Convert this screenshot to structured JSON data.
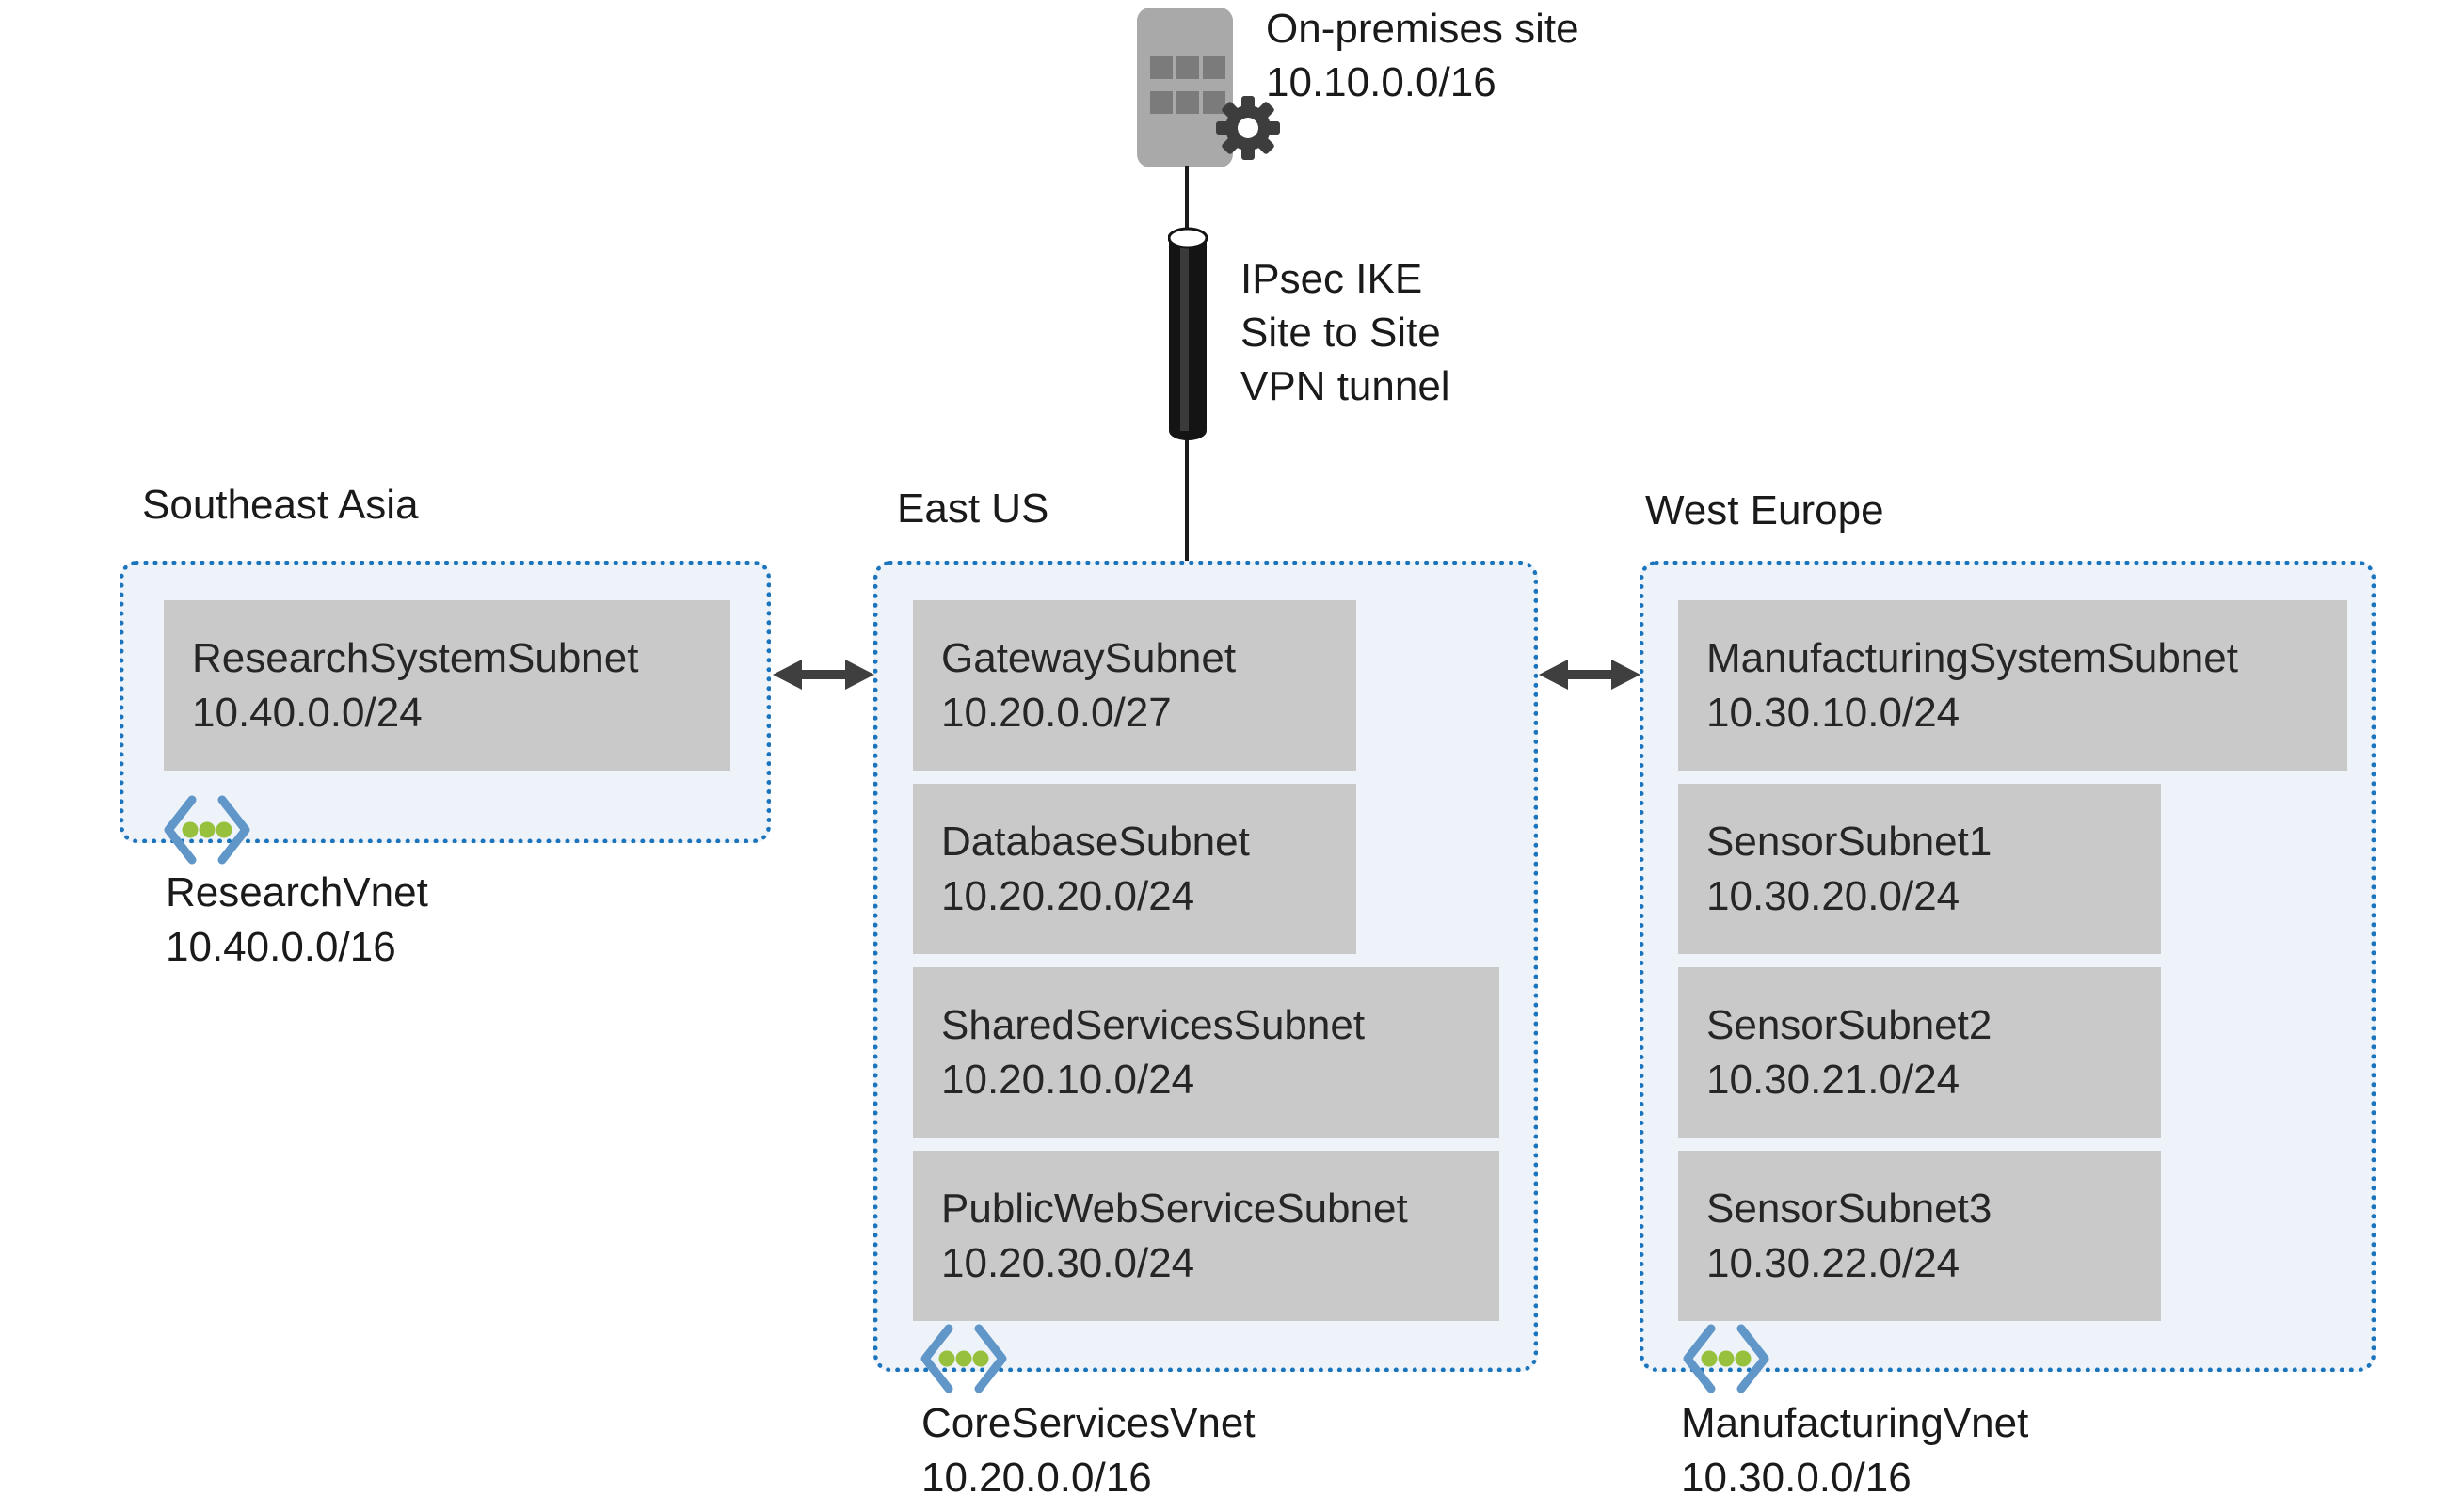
{
  "diagram": {
    "on_premises": {
      "label": "On-premises site",
      "cidr": "10.10.0.0/16"
    },
    "vpn": {
      "lines": [
        "IPsec IKE",
        "Site to Site",
        "VPN tunnel"
      ]
    },
    "regions": [
      {
        "id": "southeast-asia",
        "label": "Southeast Asia",
        "vnet_name": "ResearchVnet",
        "vnet_cidr": "10.40.0.0/16",
        "subnets": [
          {
            "name": "ResearchSystemSubnet",
            "cidr": "10.40.0.0/24"
          }
        ]
      },
      {
        "id": "east-us",
        "label": "East US",
        "vnet_name": "CoreServicesVnet",
        "vnet_cidr": "10.20.0.0/16",
        "subnets": [
          {
            "name": "GatewaySubnet",
            "cidr": "10.20.0.0/27"
          },
          {
            "name": "DatabaseSubnet",
            "cidr": "10.20.20.0/24"
          },
          {
            "name": "SharedServicesSubnet",
            "cidr": "10.20.10.0/24"
          },
          {
            "name": "PublicWebServiceSubnet",
            "cidr": "10.20.30.0/24"
          }
        ]
      },
      {
        "id": "west-europe",
        "label": "West Europe",
        "vnet_name": "ManufacturingVnet",
        "vnet_cidr": "10.30.0.0/16",
        "subnets": [
          {
            "name": "ManufacturingSystemSubnet",
            "cidr": "10.30.10.0/24"
          },
          {
            "name": "SensorSubnet1",
            "cidr": "10.30.20.0/24"
          },
          {
            "name": "SensorSubnet2",
            "cidr": "10.30.21.0/24"
          },
          {
            "name": "SensorSubnet3",
            "cidr": "10.30.22.0/24"
          }
        ]
      }
    ],
    "icons": [
      "on-premises-building-icon",
      "gear-icon",
      "vpn-tunnel-cylinder-icon",
      "vnet-icon",
      "peering-double-arrow-icon"
    ],
    "colors": {
      "region_fill": "#edf3f8",
      "region_border": "#1b74bc",
      "subnet_fill": "#c9c9c9",
      "text": "#1a1a1a",
      "arrow": "#3f3f3f",
      "building": "#a9a9a9",
      "building_window": "#7b7b7b",
      "gear": "#3d3d3d",
      "vnet_icon_blue": "#6096c8",
      "vnet_icon_green": "#97c13c"
    }
  }
}
